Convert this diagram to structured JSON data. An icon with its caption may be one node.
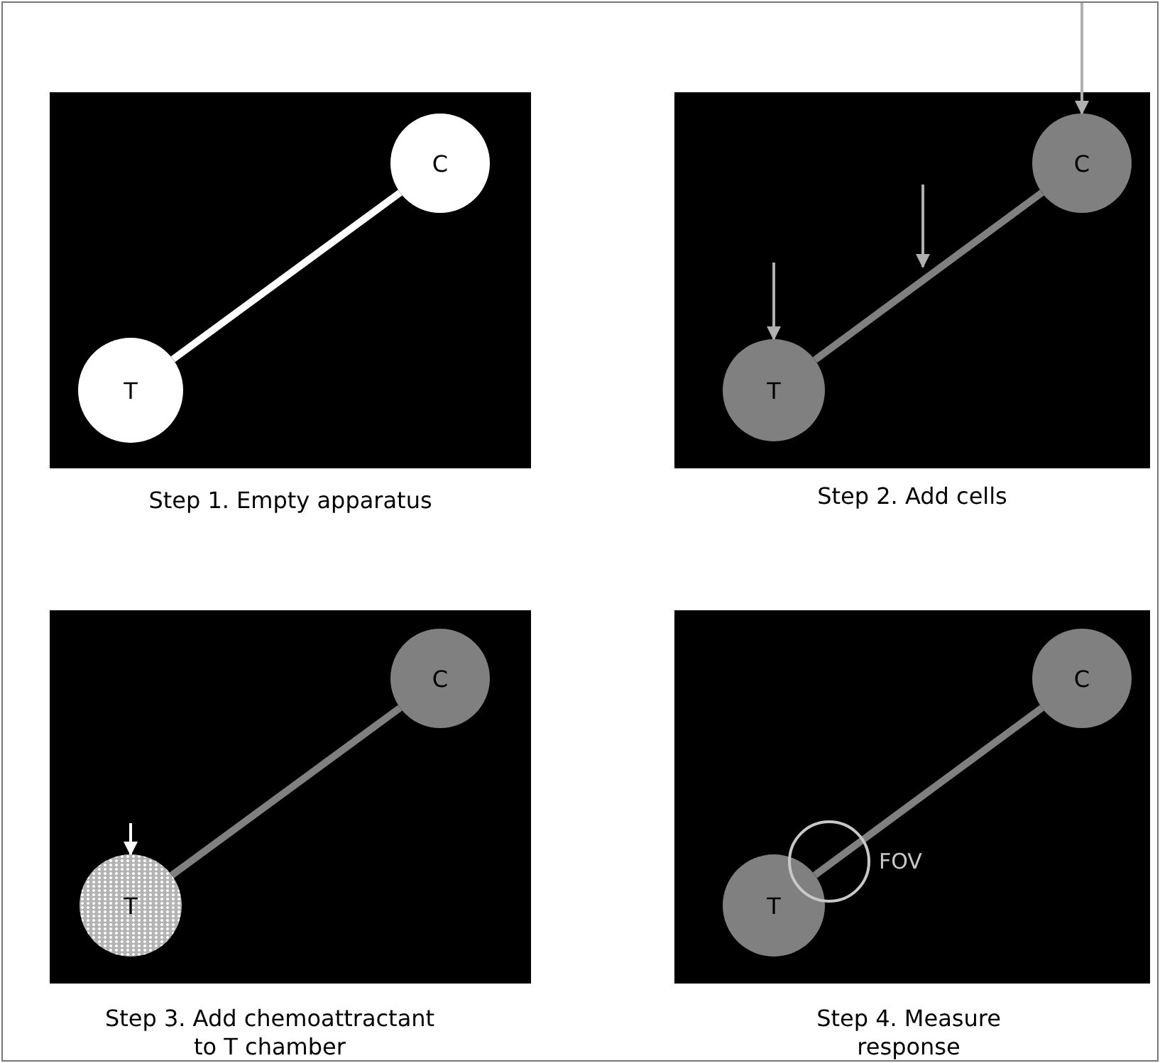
{
  "diagram": {
    "nodes": [
      {
        "text": [
          "Step 1. Empty apparatus"
        ]
      },
      {
        "text": [
          "C"
        ],
        "in": 0
      },
      {
        "text": [
          "T"
        ],
        "in": 0
      },
      {
        "text": [
          "Step 2. Add cells"
        ]
      },
      {
        "text": [
          "C"
        ],
        "in": 3
      },
      {
        "text": [
          "T"
        ],
        "in": 3
      },
      {
        "text": [
          "Step 3. Add chemoattractant to T chamber"
        ]
      },
      {
        "text": [
          "C"
        ],
        "in": 6
      },
      {
        "text": [
          "T"
        ],
        "in": 6
      },
      {
        "text": [
          "Step 4. Measure response"
        ]
      },
      {
        "text": [
          "C"
        ],
        "in": 9
      },
      {
        "text": [
          "T"
        ],
        "in": 9
      }
    ],
    "labels": [
      "FOV"
    ],
    "edges": [
      {
        "from": 2,
        "to": 1,
        "arrow": "none",
        "color": "#ffffff"
      },
      {
        "from": 5,
        "to": 4,
        "arrow": "none"
      },
      {
        "from": null,
        "to": 4,
        "arrow": "to",
        "color": "#b0b0b0"
      },
      {
        "from": null,
        "to": 5,
        "arrow": "to",
        "color": "#b0b0b0"
      },
      {
        "from": 8,
        "to": 7,
        "arrow": "none"
      },
      {
        "from": null,
        "to": 8,
        "arrow": "to",
        "color": "#ffffff"
      },
      {
        "from": 11,
        "to": 10,
        "arrow": "none"
      }
    ]
  }
}
